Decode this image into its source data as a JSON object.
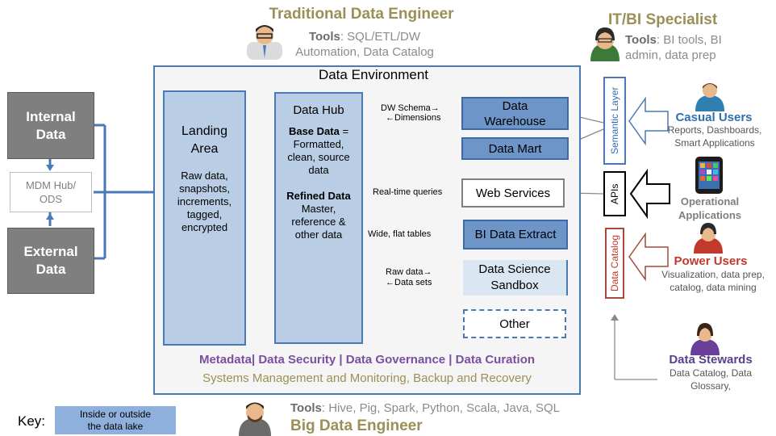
{
  "top_left_role": {
    "title": "Traditional Data Engineer",
    "tools_label": "Tools",
    "tools_line1": ": SQL/ETL/DW",
    "tools_line2": "Automation, Data Catalog"
  },
  "top_right_role": {
    "title": "IT/BI Specialist",
    "tools_label": "Tools",
    "tools_line1": ": BI tools, BI",
    "tools_line2": "admin, data prep"
  },
  "bottom_role": {
    "title": "Big Data Engineer",
    "tools_label": "Tools",
    "tools_line1": ": Hive, Pig, Spark, Python, Scala, Java, SQL"
  },
  "sources": {
    "internal": "Internal\nData",
    "mdm": "MDM Hub/\nODS",
    "external": "External\nData"
  },
  "environment": {
    "title": "Data Environment",
    "landing_title": "Landing\nArea",
    "landing_body": "Raw data,\nsnapshots,\nincrements,\ntagged,\nencrypted",
    "hub_title": "Data Hub",
    "hub_base_label": "Base Data",
    "hub_base_text": " =\nFormatted,\nclean, source\ndata",
    "hub_refined_label": "Refined Data",
    "hub_refined_text": "Master,\nreference &\nother data",
    "footer_line1": "Metadata| Data Security | Data Governance | Data Curation",
    "footer_line2": "Systems Management and Monitoring, Backup and  Recovery"
  },
  "flows": {
    "dw_schema": "DW Schema→",
    "dimensions": "←Dimensions",
    "realtime": "Real-time queries",
    "wide_flat": "Wide, flat tables",
    "raw_data": "Raw data→",
    "data_sets": "←Data sets"
  },
  "targets": {
    "warehouse": "Data\nWarehouse",
    "mart": "Data Mart",
    "web_services": "Web Services",
    "bi_extract": "BI Data Extract",
    "sandbox": "Data Science\nSandbox",
    "other": "Other"
  },
  "layers": {
    "semantic": "Semantic Layer",
    "apis": "APIs",
    "catalog": "Data Catalog"
  },
  "users": {
    "casual_title": "Casual Users",
    "casual_sub": "Reports, Dashboards,\nSmart Applications",
    "operational_title": "Operational\nApplications",
    "power_title": "Power Users",
    "power_sub": "Visualization, data prep,\ncatalog, data mining",
    "stewards_title": "Data Stewards",
    "stewards_sub": "Data Catalog, Data\nGlossary,"
  },
  "key": {
    "label": "Key:",
    "text": "Inside or outside\nthe data lake"
  },
  "colors": {
    "role_gold": "#9c8f56",
    "casual_blue": "#2f6fb0",
    "power_red": "#c0392b",
    "steward_purple": "#5b3f8f",
    "footer_purple": "#7a4fa0"
  }
}
